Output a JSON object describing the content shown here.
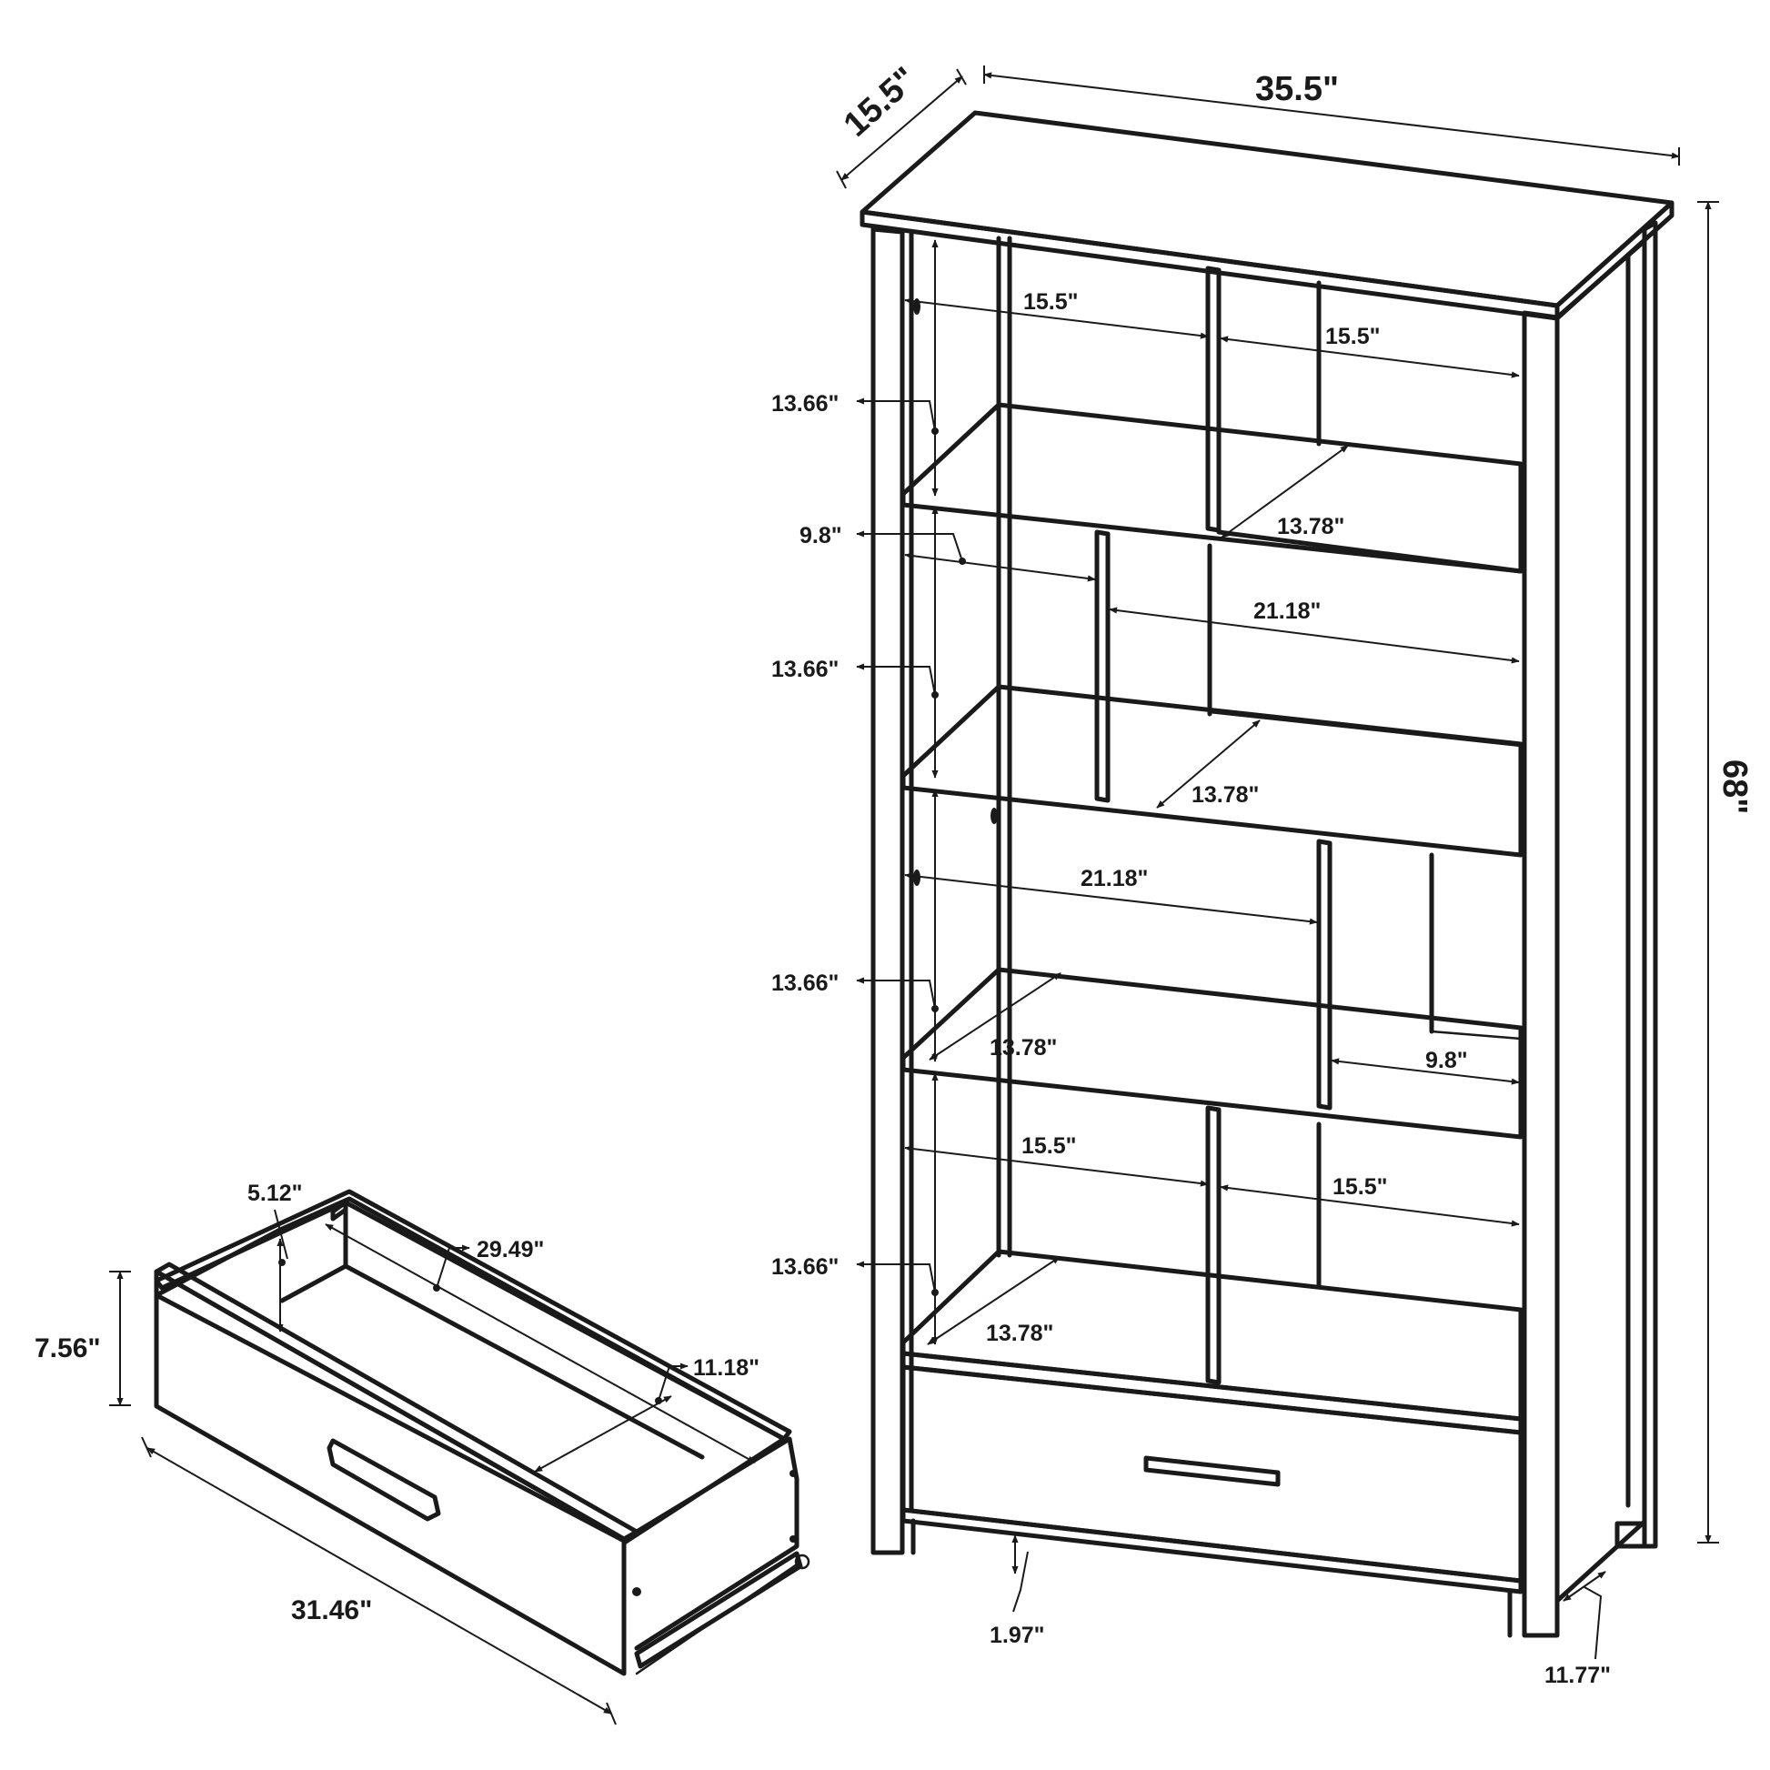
{
  "dimensions": {
    "overall_depth": "15.5\"",
    "overall_width": "35.5\"",
    "overall_height": "68\"",
    "compartment_1_left_width": "15.5\"",
    "compartment_1_right_width": "15.5\"",
    "compartment_1_height": "13.66\"",
    "compartment_1_depth": "13.78\"",
    "compartment_2_left_width": "9.8\"",
    "compartment_2_right_width": "21.18\"",
    "compartment_2_height": "13.66\"",
    "compartment_2_depth": "13.78\"",
    "compartment_3_left_width": "21.18\"",
    "compartment_3_right_width": "9.8\"",
    "compartment_3_height": "13.66\"",
    "compartment_3_depth": "13.78\"",
    "compartment_4_left_width": "15.5\"",
    "compartment_4_right_width": "15.5\"",
    "compartment_4_height": "13.66\"",
    "compartment_4_depth": "13.78\"",
    "floor_clearance": "1.97\"",
    "leg_depth": "11.77\"",
    "drawer_height": "7.56\"",
    "drawer_inner_height": "5.12\"",
    "drawer_inner_width": "29.49\"",
    "drawer_inner_depth": "11.18\"",
    "drawer_width": "31.46\""
  }
}
